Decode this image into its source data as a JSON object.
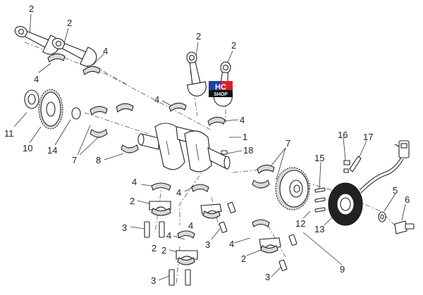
{
  "diagram": {
    "callouts": [
      {
        "id": "c2a",
        "text": "2"
      },
      {
        "id": "c2b",
        "text": "2"
      },
      {
        "id": "c4a",
        "text": "4"
      },
      {
        "id": "c4b",
        "text": "4"
      },
      {
        "id": "c2c",
        "text": "2"
      },
      {
        "id": "c2d",
        "text": "2"
      },
      {
        "id": "c4c",
        "text": "4"
      },
      {
        "id": "c4d",
        "text": "4"
      },
      {
        "id": "c1",
        "text": "1"
      },
      {
        "id": "c18",
        "text": "18"
      },
      {
        "id": "c11",
        "text": "11"
      },
      {
        "id": "c10",
        "text": "10"
      },
      {
        "id": "c14",
        "text": "14"
      },
      {
        "id": "c7a",
        "text": "7"
      },
      {
        "id": "c8",
        "text": "8"
      },
      {
        "id": "c7b",
        "text": "7"
      },
      {
        "id": "c16",
        "text": "16"
      },
      {
        "id": "c17",
        "text": "17"
      },
      {
        "id": "c15",
        "text": "15"
      },
      {
        "id": "c5",
        "text": "5"
      },
      {
        "id": "c6",
        "text": "6"
      },
      {
        "id": "c12",
        "text": "12"
      },
      {
        "id": "c13",
        "text": "13"
      },
      {
        "id": "c9",
        "text": "9"
      },
      {
        "id": "c4e",
        "text": "4"
      },
      {
        "id": "c4f",
        "text": "4"
      },
      {
        "id": "c2e",
        "text": "2"
      },
      {
        "id": "c3a",
        "text": "3"
      },
      {
        "id": "c4g",
        "text": "4"
      },
      {
        "id": "c2f",
        "text": "2"
      },
      {
        "id": "c3b",
        "text": "3"
      },
      {
        "id": "c4h",
        "text": "4"
      },
      {
        "id": "c2g",
        "text": "2"
      },
      {
        "id": "c3c",
        "text": "3"
      },
      {
        "id": "c4i",
        "text": "4"
      },
      {
        "id": "c2h",
        "text": "2"
      },
      {
        "id": "c3d",
        "text": "3"
      }
    ],
    "logo": {
      "line1": "HC",
      "line2": "SHOP",
      "colors": {
        "left": "#1f3fa8",
        "right": "#d8202a",
        "base": "#111111"
      }
    }
  }
}
